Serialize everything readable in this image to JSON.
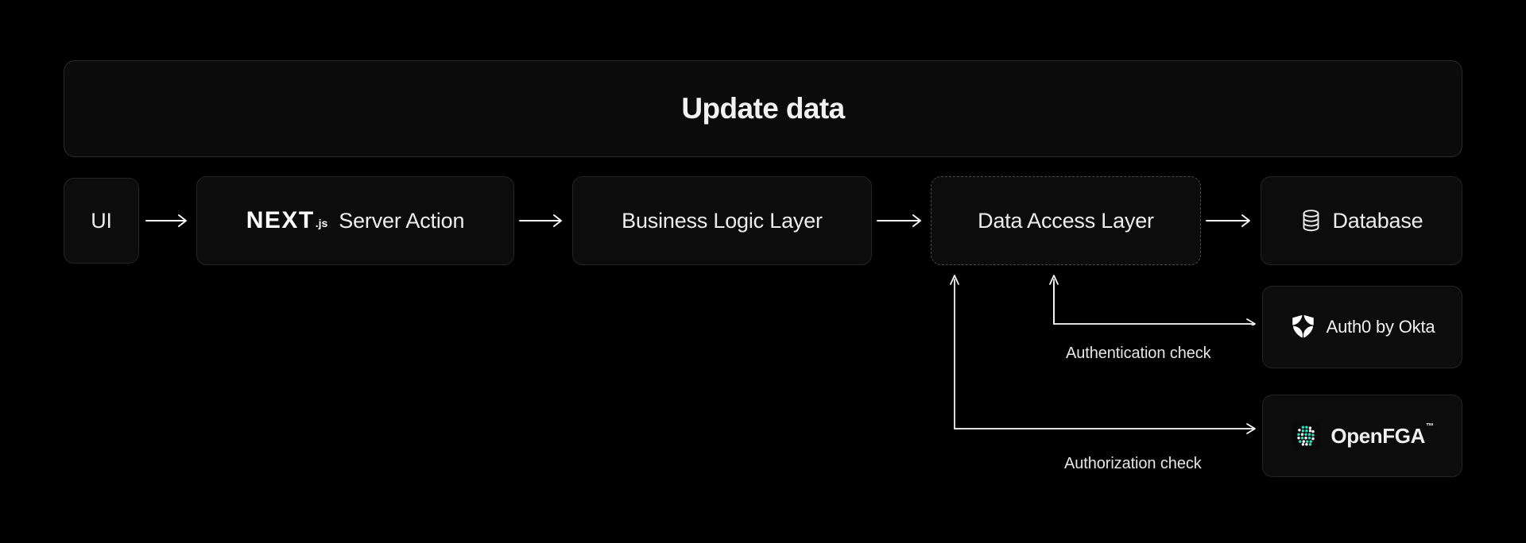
{
  "header": {
    "title": "Update data"
  },
  "flow": {
    "nodes": [
      {
        "id": "ui",
        "label": "UI"
      },
      {
        "id": "server_action",
        "brand": "NEXT",
        "brand_suffix": ".js",
        "label": "Server Action"
      },
      {
        "id": "business",
        "label": "Business Logic Layer"
      },
      {
        "id": "dal",
        "label": "Data Access Layer",
        "border": "dashed"
      },
      {
        "id": "database",
        "label": "Database",
        "icon": "database-icon"
      }
    ],
    "arrows": [
      {
        "from": "ui",
        "to": "server_action",
        "glyph": "→"
      },
      {
        "from": "server_action",
        "to": "business",
        "glyph": "→"
      },
      {
        "from": "business",
        "to": "dal",
        "glyph": "→"
      },
      {
        "from": "dal",
        "to": "database",
        "glyph": "→"
      }
    ]
  },
  "services": [
    {
      "id": "auth0",
      "label": "Auth0 by Okta",
      "icon": "auth0-shield-icon"
    },
    {
      "id": "openfga",
      "label": "OpenFGA",
      "trademark": "™",
      "icon": "openfga-dots-icon"
    }
  ],
  "connectors": [
    {
      "id": "authn",
      "label": "Authentication check",
      "from": "dal",
      "to": "auth0"
    },
    {
      "id": "authz",
      "label": "Authorization check",
      "from": "dal",
      "to": "openfga"
    }
  ],
  "colors": {
    "page_background": "#000000",
    "box_background": "#0C0C0C",
    "box_border": "#242424",
    "dashed_border": "#4A4A4A",
    "text": "#EDEDED",
    "stroke": "#FFFFFF",
    "openfga_teal": "#31E0BE"
  }
}
